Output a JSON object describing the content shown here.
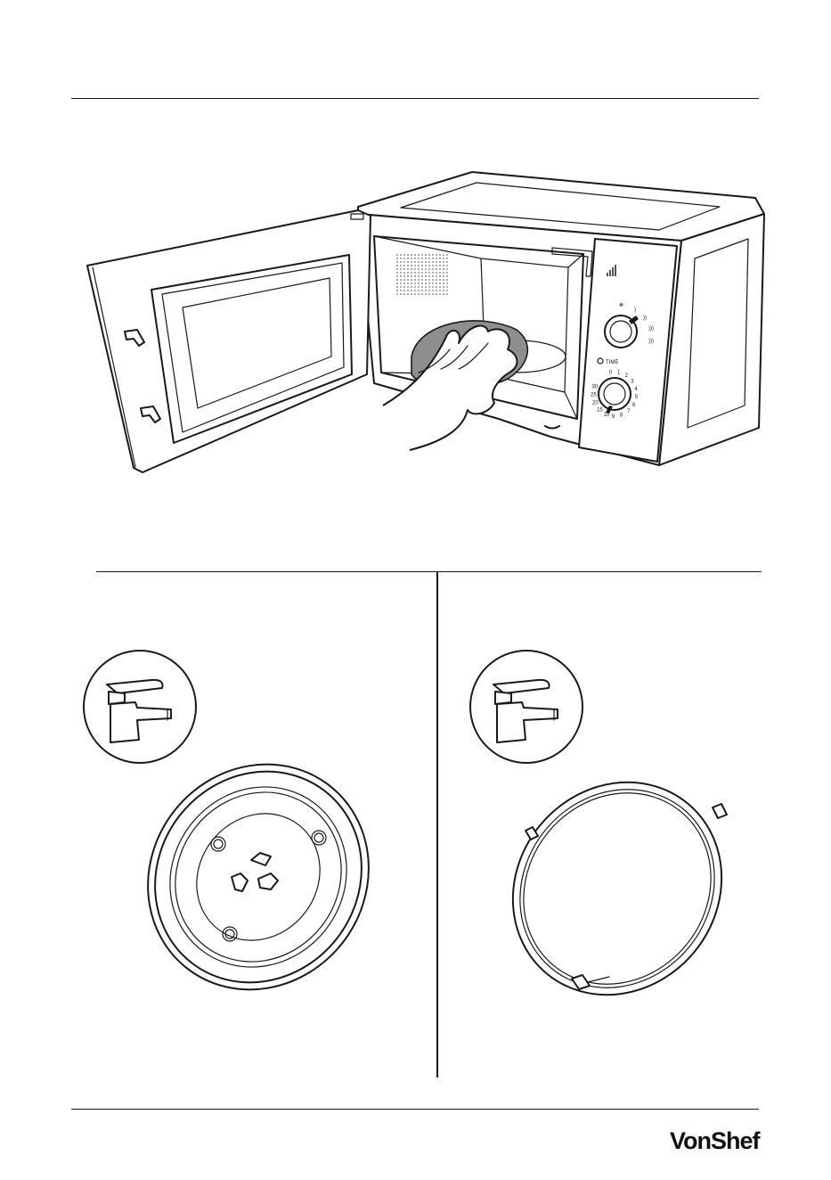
{
  "brand": {
    "logo_text": "VonShef"
  },
  "microwave": {
    "timer_label": "TIME",
    "timer_ticks": [
      "0",
      "1",
      "2",
      "3",
      "4",
      "5",
      "6",
      "7",
      "8",
      "9",
      "10",
      "15",
      "20",
      "25",
      "30"
    ]
  },
  "illustrations": {
    "main": "hand-wiping-microwave-interior",
    "left_panel": [
      "tap-icon",
      "glass-turntable-plate"
    ],
    "right_panel": [
      "tap-icon",
      "roller-ring"
    ]
  }
}
